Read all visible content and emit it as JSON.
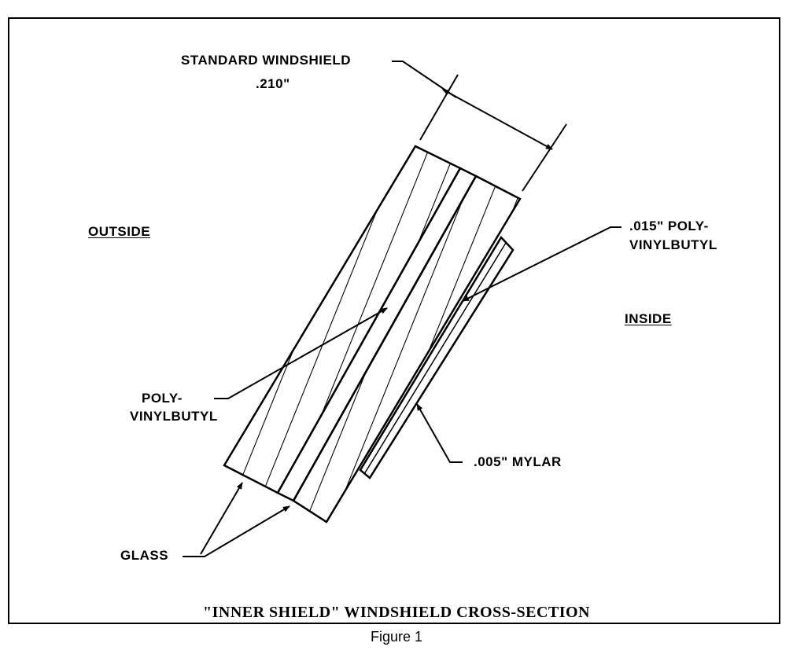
{
  "labels": {
    "standard_windshield": "STANDARD WINDSHIELD",
    "standard_thickness": ".210\"",
    "outside": "OUTSIDE",
    "inside": "INSIDE",
    "pvb_015_line1": ".015\" POLY-",
    "pvb_015_line2": "VINYLBUTYL",
    "pvb_line1": "POLY-",
    "pvb_line2": "VINYLBUTYL",
    "mylar": ".005\" MYLAR",
    "glass": "GLASS"
  },
  "title": "\"INNER SHIELD\" WINDSHIELD CROSS-SECTION",
  "caption": "Figure 1"
}
